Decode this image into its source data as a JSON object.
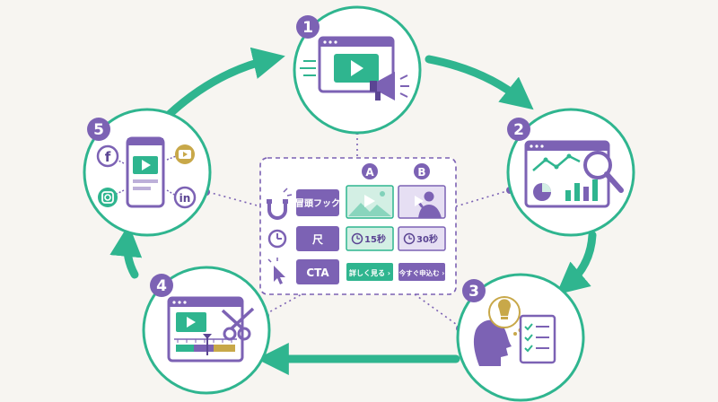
{
  "colors": {
    "teal": "#2fb58f",
    "teal_light": "#d3efe4",
    "purple": "#7c62b4",
    "purple_light": "#e6dff3",
    "purple_dark": "#5b4593",
    "gold": "#c8a849",
    "background": "#f7f5f1",
    "white": "#ffffff"
  },
  "steps": [
    {
      "number": "1",
      "icon": "video-megaphone-icon"
    },
    {
      "number": "2",
      "icon": "analytics-magnifier-icon"
    },
    {
      "number": "3",
      "icon": "idea-checklist-icon"
    },
    {
      "number": "4",
      "icon": "video-editing-scissors-icon"
    },
    {
      "number": "5",
      "icon": "social-share-phone-icon"
    }
  ],
  "center_panel": {
    "variant_a": "A",
    "variant_b": "B",
    "rows": [
      {
        "icon": "magnet-icon",
        "label": "冒頭フック"
      },
      {
        "icon": "clock-icon",
        "label": "尺",
        "a_text": "15秒",
        "b_text": "30秒"
      },
      {
        "icon": "cursor-icon",
        "label": "CTA",
        "a_text": "詳しく見る ›",
        "b_text": "今すぐ申込む ›"
      }
    ]
  },
  "social": {
    "facebook": "f",
    "linkedin": "in"
  }
}
